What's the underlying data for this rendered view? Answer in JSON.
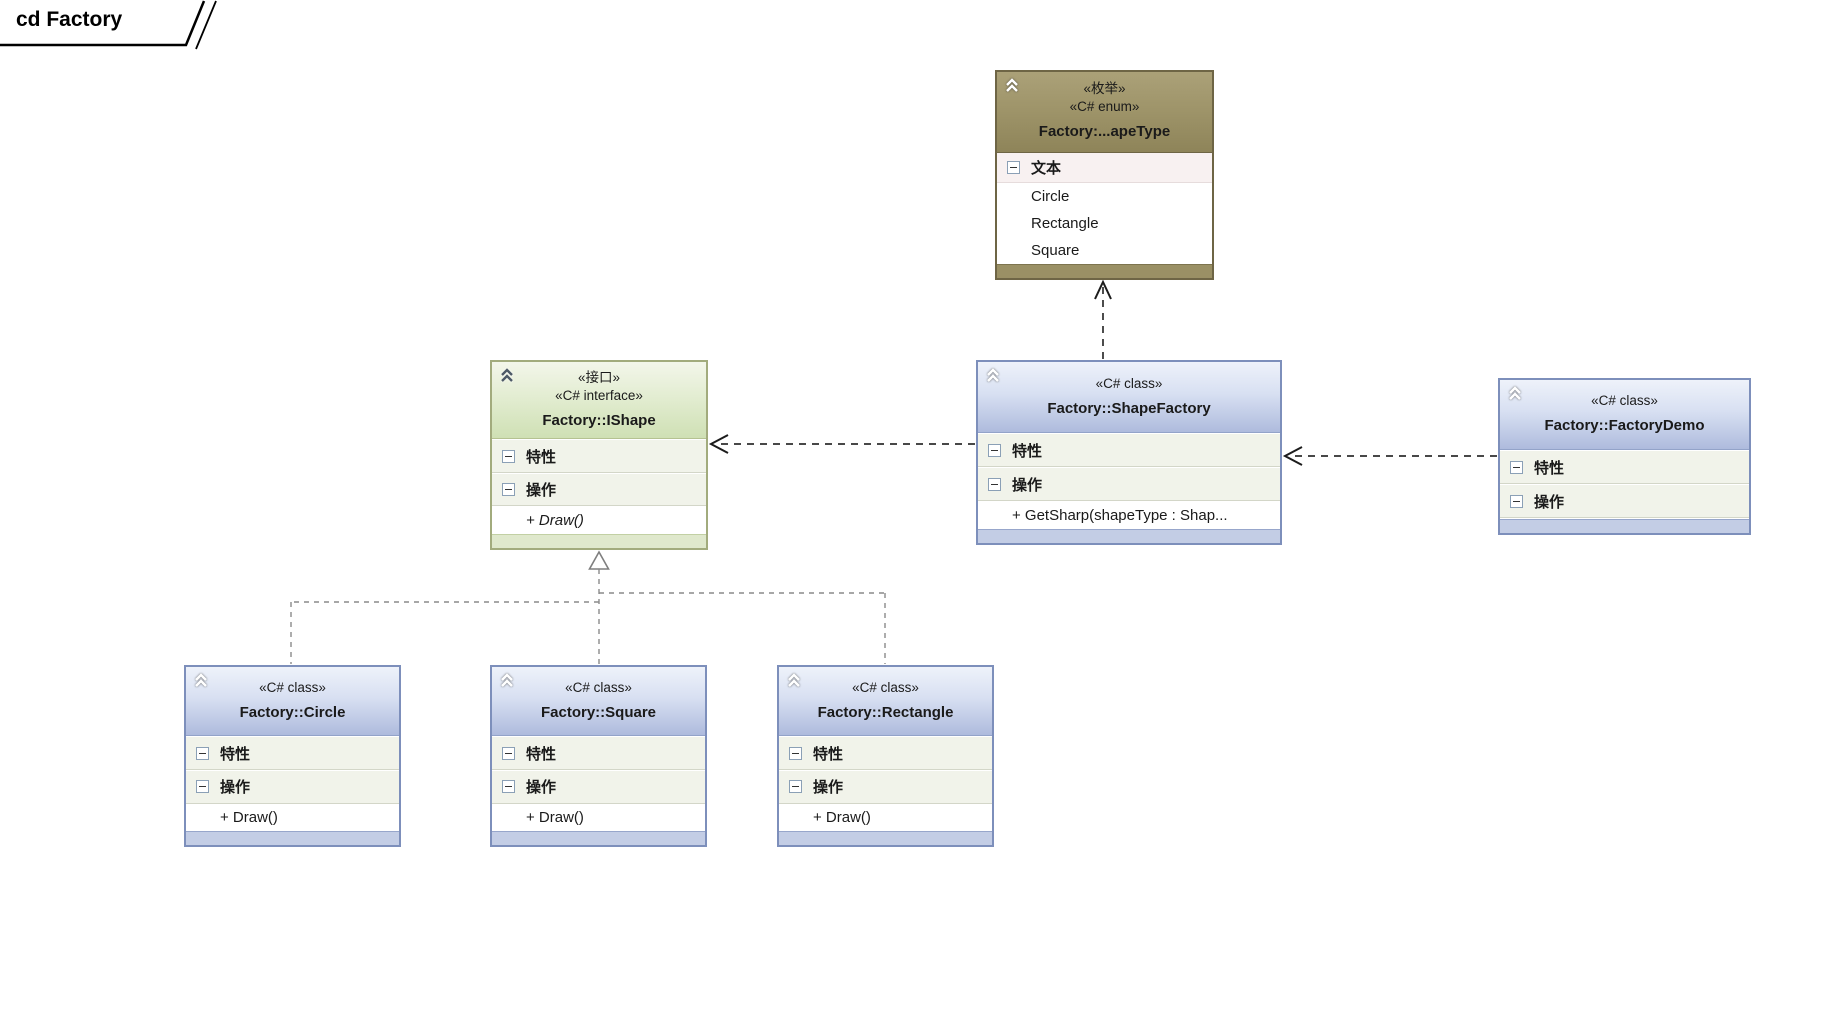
{
  "frame": {
    "label": "cd Factory"
  },
  "colors": {
    "class_header_top": "#eef2fa",
    "class_header_bottom": "#aebbdd",
    "class_border": "#7d8fbb",
    "class_footer": "#c3cde5",
    "interface_header_top": "#f3f6ea",
    "interface_header_bottom": "#cfe0b4",
    "interface_border": "#a2ab7d",
    "interface_footer": "#dfe8cc",
    "enum_header_top": "#aba178",
    "enum_header_bottom": "#8e8459",
    "enum_border": "#6e6545",
    "enum_footer": "#9a9065",
    "enum_selected_row_bg": "#f8f1f1",
    "section_row_bg": "#f1f3ea",
    "dependency_line": "#2e2e2e",
    "realization_line": "#8a8a8a"
  },
  "icons": {
    "collapse_chevron": "double-chevron-up-icon",
    "collapse_minus": "minus-box-icon"
  },
  "nodes": {
    "shape_type_enum": {
      "stereotype_local": "«枚举»",
      "stereotype": "«C# enum»",
      "name": "Factory:...apeType",
      "first_value": "文本",
      "values": [
        "Circle",
        "Rectangle",
        "Square"
      ]
    },
    "ishape_interface": {
      "stereotype_local": "«接口»",
      "stereotype": "«C# interface»",
      "name": "Factory::IShape",
      "attributes_label": "特性",
      "operations_label": "操作",
      "members": [
        "+ Draw()"
      ]
    },
    "shape_factory_class": {
      "stereotype": "«C# class»",
      "name": "Factory::ShapeFactory",
      "attributes_label": "特性",
      "operations_label": "操作",
      "members": [
        "+ GetSharp(shapeType : Shap..."
      ]
    },
    "factory_demo_class": {
      "stereotype": "«C# class»",
      "name": "Factory::FactoryDemo",
      "attributes_label": "特性",
      "operations_label": "操作"
    },
    "circle_class": {
      "stereotype": "«C# class»",
      "name": "Factory::Circle",
      "attributes_label": "特性",
      "operations_label": "操作",
      "members": [
        "+ Draw()"
      ]
    },
    "square_class": {
      "stereotype": "«C# class»",
      "name": "Factory::Square",
      "attributes_label": "特性",
      "operations_label": "操作",
      "members": [
        "+ Draw()"
      ]
    },
    "rectangle_class": {
      "stereotype": "«C# class»",
      "name": "Factory::Rectangle",
      "attributes_label": "特性",
      "operations_label": "操作",
      "members": [
        "+ Draw()"
      ]
    }
  }
}
